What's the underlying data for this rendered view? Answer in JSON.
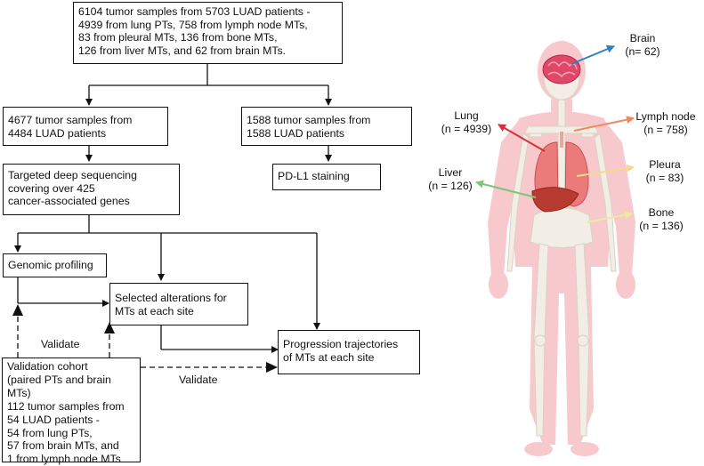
{
  "flowchart": {
    "top_box": "6104 tumor samples from 5703 LUAD patients -\n4939 from lung PTs, 758 from lymph node MTs,\n83 from pleural MTs, 136 from bone MTs,\n126 from liver MTs, and 62 from brain MTs.",
    "left_box": "4677 tumor samples from\n4484 LUAD patients",
    "right_box": "1588 tumor samples from\n1588 LUAD patients",
    "pdl1_box": "PD-L1 staining",
    "sequencing_box": "Targeted deep sequencing\ncovering over 425\ncancer-associated genes",
    "genomic_box": "Genomic profiling",
    "selected_box": "Selected alterations for\nMTs at each site",
    "progression_box": "Progression trajectories\nof MTs at each site",
    "validation_box": "Validation cohort\n(paired PTs and brain MTs)\n112 tumor samples from\n54 LUAD patients -\n54 from lung PTs,\n57 from brain MTs, and\n1 from lymph node MTs",
    "validate_label_1": "Validate",
    "validate_label_2": "Validate"
  },
  "body": {
    "brain": "Brain\n(n= 62)",
    "lung": "Lung\n(n = 4939)",
    "lymph": "Lymph node\n(n = 758)",
    "liver": "Liver\n(n = 126)",
    "pleura": "Pleura\n(n = 83)",
    "bone": "Bone\n(n = 136)"
  },
  "colors": {
    "brain_arrow": "#2f7fc0",
    "lung_arrow": "#d6303a",
    "lymph_arrow": "#f08a5d",
    "liver_arrow": "#7dc67d",
    "pleura_arrow": "#f5d98a",
    "bone_arrow": "#e8eca0",
    "body_silhouette": "#f7c9cc"
  }
}
